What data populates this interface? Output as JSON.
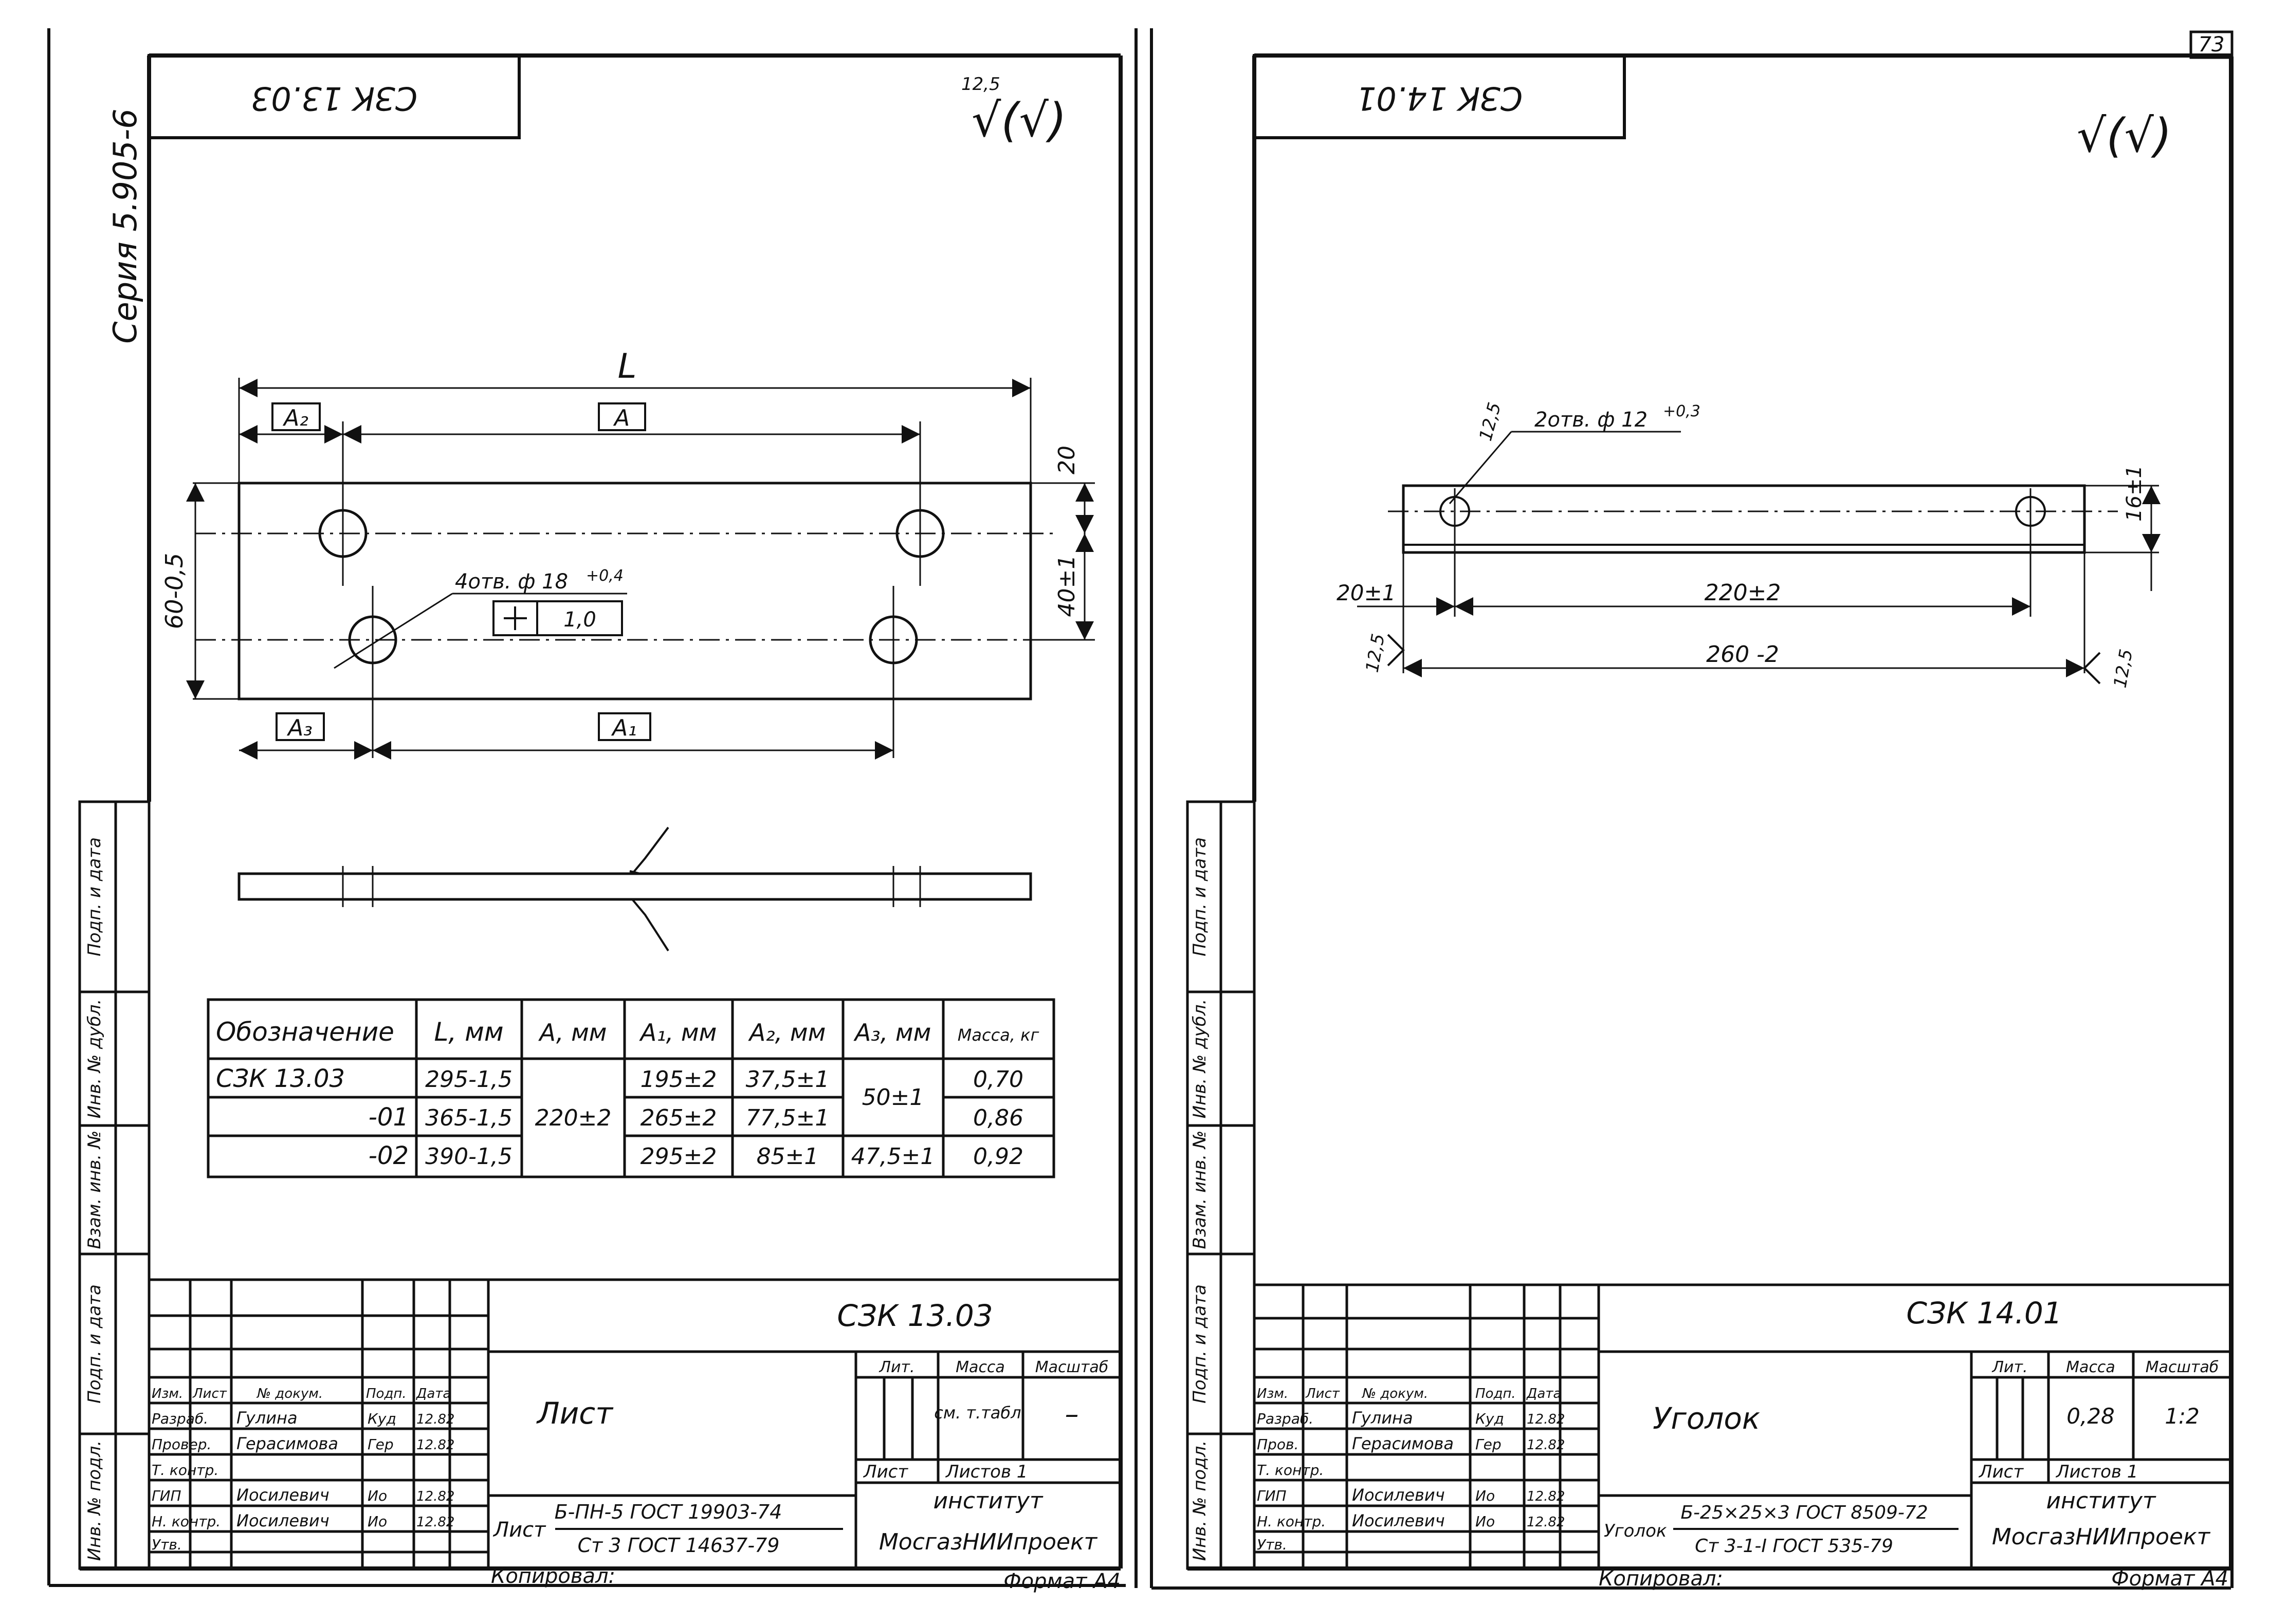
{
  "page_number": "73",
  "series_label": "Серия 5.905-6",
  "left_sheet": {
    "stamp_code": "СЗК 13.03",
    "roughness_value": "12,5",
    "roughness_symbol": "√(√)",
    "dims": {
      "L": "L",
      "A": "A",
      "A1": "A₁",
      "A2": "A₂",
      "A3": "A₃",
      "d20": "20",
      "d40": "40±1",
      "d60": "60-0,5",
      "holes": "4отв. ф 18",
      "holes_tol": "+0,4",
      "tol_pos": "1,0"
    },
    "table": {
      "headers": [
        "Обозначение",
        "L, мм",
        "A, мм",
        "A₁, мм",
        "A₂, мм",
        "A₃, мм",
        "Масса, кг"
      ],
      "rows": [
        [
          "СЗК 13.03",
          "295-1,5",
          "",
          "195±2",
          "37,5±1",
          "",
          "0,70"
        ],
        [
          "-01",
          "365-1,5",
          "",
          "265±2",
          "77,5±1",
          "",
          "0,86"
        ],
        [
          "-02",
          "390-1,5",
          "",
          "295±2",
          "85±1",
          "47,5±1",
          "0,92"
        ]
      ],
      "a_merged": "220±2",
      "a3_merged": "50±1"
    },
    "side_labels": [
      "Подп. и дата",
      "Инв. № дубл.",
      "Взам. инв. №",
      "Подп. и дата",
      "Инв. № подл."
    ],
    "title_block": {
      "code": "СЗК 13.03",
      "name": "Лист",
      "lit": "Лит.",
      "mass": "Масса",
      "scale": "Масштаб",
      "mass_value": "см. т.табл.",
      "scale_value": "–",
      "sheet": "Лист",
      "sheets": "Листов 1",
      "org1": "институт",
      "org2": "МосгазНИИпроект",
      "material_prefix": "Лист",
      "material_top": "Б-ПН-5 ГОСТ 19903-74",
      "material_bottom": "Ст 3  ГОСТ 14637-79",
      "header": [
        "Изм.",
        "Лист",
        "№ докум.",
        "Подп.",
        "Дата"
      ],
      "people": [
        [
          "Разраб.",
          "Гулина",
          "Куд",
          "12.82"
        ],
        [
          "Провер.",
          "Герасимова",
          "Гер",
          "12.82"
        ],
        [
          "Т. контр.",
          "",
          "",
          ""
        ],
        [
          "ГИП",
          "Иосилевич",
          "Ио",
          "12.82"
        ],
        [
          "Н. контр.",
          "Иосилевич",
          "Ио",
          "12.82"
        ],
        [
          "Утв.",
          "",
          "",
          ""
        ]
      ]
    },
    "copied": "Копировал:",
    "format": "Формат А4"
  },
  "right_sheet": {
    "stamp_code": "СЗК 14.01",
    "roughness_symbol": "√(√)",
    "dims": {
      "holes": "2отв. ф 12",
      "holes_tol": "+0,3",
      "r1": "12,5",
      "r2": "12,5",
      "r3": "12,5",
      "d16": "16±1",
      "d20": "20±1",
      "d220": "220±2",
      "d260": "260 -2"
    },
    "side_labels": [
      "Подп. и дата",
      "Инв. № дубл.",
      "Взам. инв. №",
      "Подп. и дата",
      "Инв. № подл."
    ],
    "title_block": {
      "code": "СЗК 14.01",
      "name": "Уголок",
      "lit": "Лит.",
      "mass": "Масса",
      "scale": "Масштаб",
      "mass_value": "0,28",
      "scale_value": "1:2",
      "sheet": "Лист",
      "sheets": "Листов 1",
      "org1": "институт",
      "org2": "МосгазНИИпроект",
      "material_prefix": "Уголок",
      "material_top": "Б-25×25×3 ГОСТ 8509-72",
      "material_bottom": "Ст 3-1-I ГОСТ 535-79",
      "header": [
        "Изм.",
        "Лист",
        "№ докум.",
        "Подп.",
        "Дата"
      ],
      "people": [
        [
          "Разраб.",
          "Гулина",
          "Куд",
          "12.82"
        ],
        [
          "Пров.",
          "Герасимова",
          "Гер",
          "12.82"
        ],
        [
          "Т. контр.",
          "",
          "",
          ""
        ],
        [
          "ГИП",
          "Иосилевич",
          "Ио",
          "12.82"
        ],
        [
          "Н. контр.",
          "Иосилевич",
          "Ио",
          "12.82"
        ],
        [
          "Утв.",
          "",
          "",
          ""
        ]
      ]
    },
    "copied": "Копировал:",
    "format": "Формат А4"
  }
}
